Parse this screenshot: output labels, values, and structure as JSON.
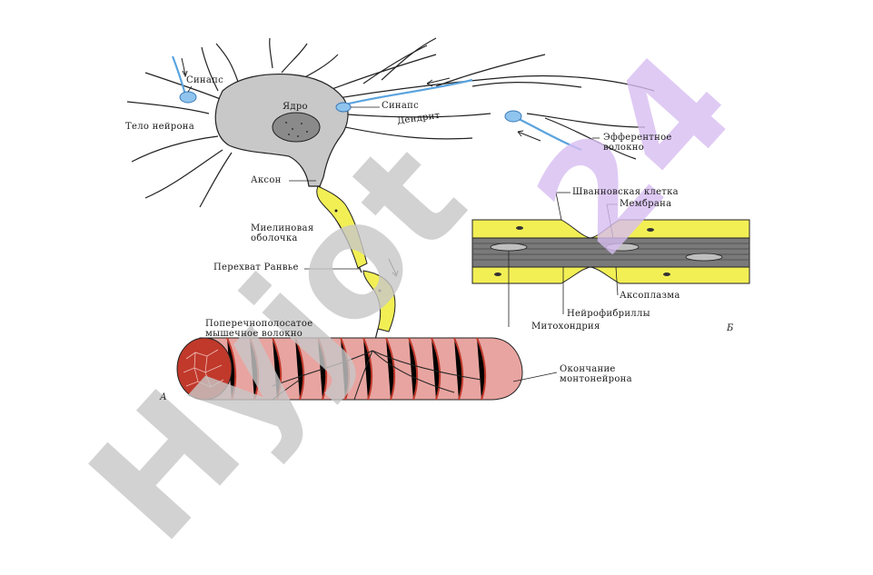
{
  "labels": {
    "synapse_left": "Синапс",
    "neuron_body": "Тело нейрона",
    "nucleus": "Ядро",
    "synapse_right": "Синапс",
    "dendrite": "Дендрит",
    "efferent_fiber": "Эфферентное волокно",
    "axon": "Аксон",
    "myelin_sheath": "Миелиновая оболочка",
    "node_ranvier": "Перехват Ранвье",
    "muscle_fiber": "Поперечнополосатое мышечное волокно",
    "motoneuron_ending": "Окончание монтонейрона",
    "schwann_cell": "Шванновская клетка",
    "membrane": "Мембрана",
    "axoplasm": "Аксоплазма",
    "neurofibrils": "Нейрофибриллы",
    "mitochondria": "Митохондрия",
    "mark_a": "А",
    "mark_b": "Б"
  },
  "watermark": {
    "text_gray": "Hyjot",
    "text_purple": "24",
    "gray_color": "#c8c8c8",
    "purple_color": "#d8bef2"
  },
  "colors": {
    "neuron_fill": "#c8c8c8",
    "myelin_fill": "#f2ef55",
    "muscle_red": "#c0392b",
    "muscle_pink": "#e8a4a0",
    "efferent_blue": "#5aa3de"
  }
}
